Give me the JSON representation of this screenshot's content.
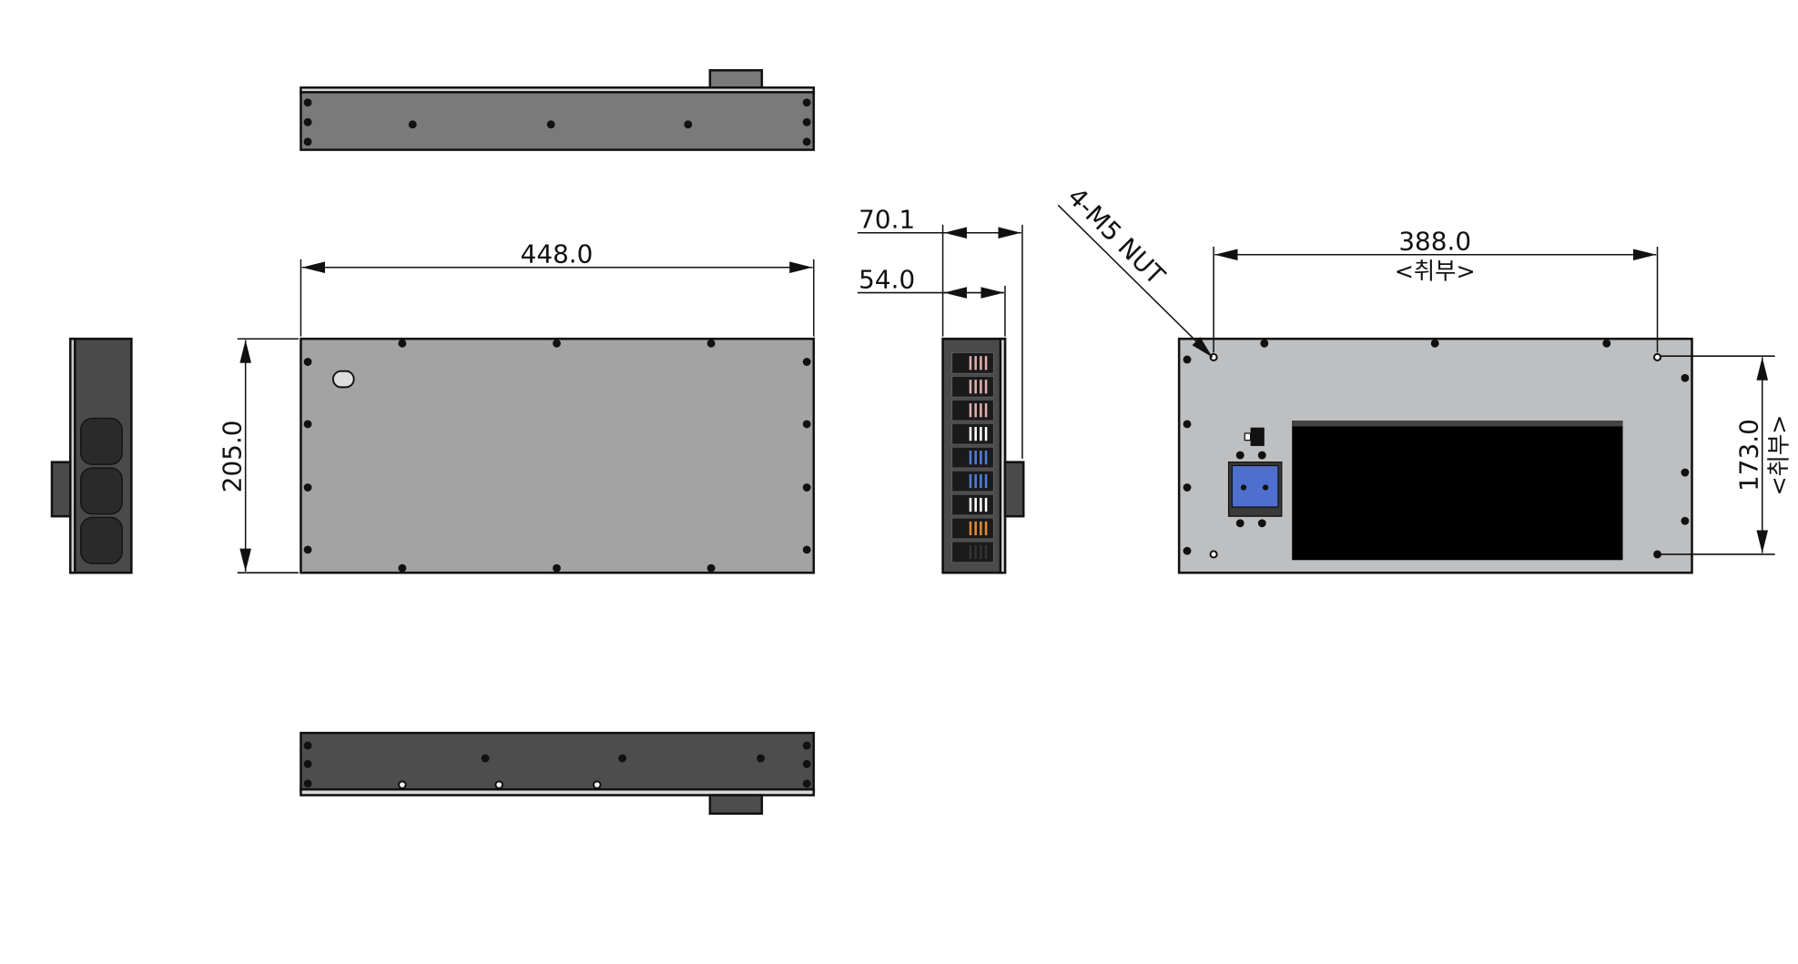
{
  "drawing": {
    "colors": {
      "front_plate": "#a3a3a3",
      "rear_plate": "#bdbfc1",
      "side_dark": "#4a4a4a",
      "top_side": "#7a7a7a",
      "bottom_side": "#4d4d4d",
      "connector_blue": "#4f6fce",
      "opening": "#000000"
    },
    "dimensions": {
      "width": "448.0",
      "height": "205.0",
      "depth_total": "70.1",
      "depth_body": "54.0",
      "mount_width": "388.0",
      "mount_width_note": "<취부>",
      "mount_height": "173.0",
      "mount_height_note": "<취부>",
      "nut_callout": "4-M5 NUT"
    }
  }
}
